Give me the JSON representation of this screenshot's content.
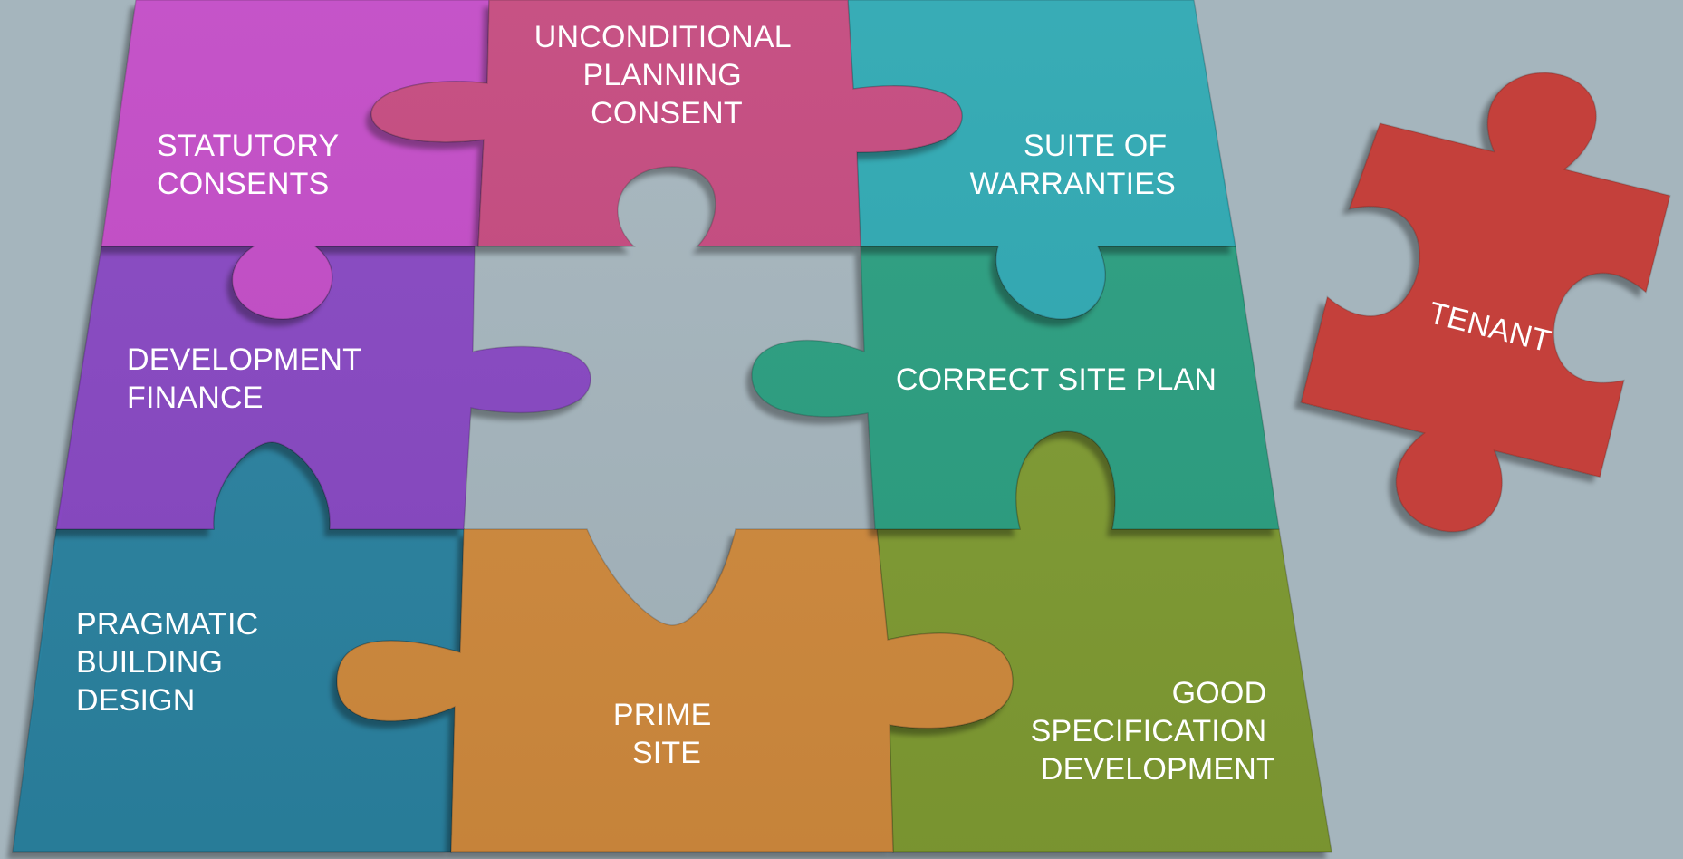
{
  "colors": {
    "background": "#a5b5bd",
    "statutory_consents": "#c24cc6",
    "unconditional_planning_consent": "#c44a7e",
    "suite_of_warranties": "#2fa8b2",
    "development_finance": "#8746c2",
    "correct_site_plan": "#2b9e80",
    "pragmatic_building_design": "#2a82a0",
    "prime_site": "#d08a3e",
    "good_specification_development": "#7f9b30",
    "tenant": "#c4403a"
  },
  "pieces": {
    "statutory_consents": {
      "lines": [
        "STATUTORY",
        "CONSENTS"
      ]
    },
    "unconditional_planning_consent": {
      "lines": [
        "UNCONDITIONAL",
        "PLANNING",
        "CONSENT"
      ]
    },
    "suite_of_warranties": {
      "lines": [
        "SUITE OF",
        "WARRANTIES"
      ]
    },
    "development_finance": {
      "lines": [
        "DEVELOPMENT",
        "FINANCE"
      ]
    },
    "correct_site_plan": {
      "lines": [
        "CORRECT SITE PLAN"
      ]
    },
    "pragmatic_building_design": {
      "lines": [
        "PRAGMATIC",
        "BUILDING",
        "DESIGN"
      ]
    },
    "prime_site": {
      "lines": [
        "PRIME",
        "SITE"
      ]
    },
    "good_specification_development": {
      "lines": [
        "GOOD",
        "SPECIFICATION",
        "DEVELOPMENT"
      ]
    },
    "tenant": {
      "lines": [
        "TENANT"
      ]
    }
  }
}
